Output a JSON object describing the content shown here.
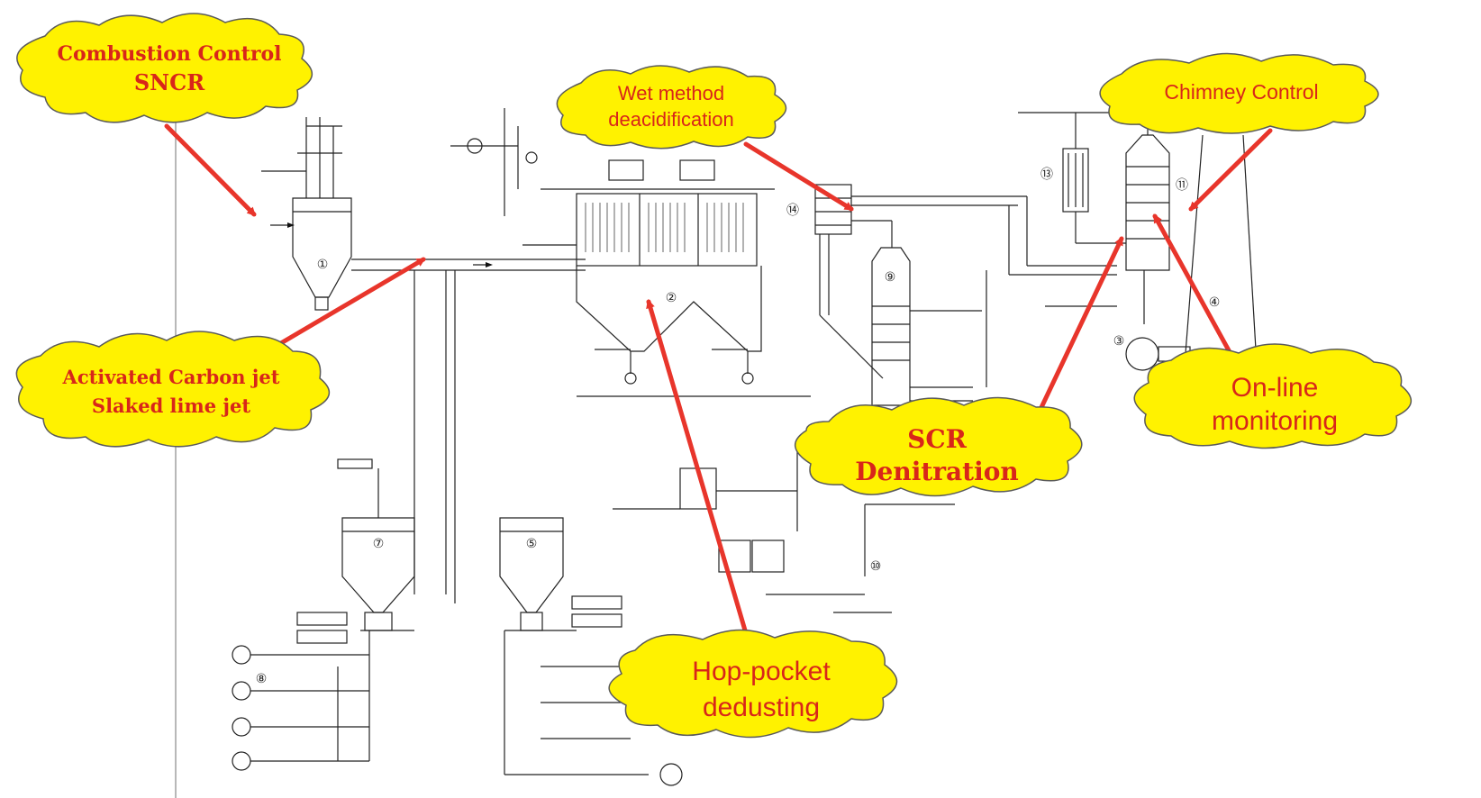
{
  "callouts": {
    "sncr": {
      "line1": "Combustion Control",
      "line2": "SNCR"
    },
    "carbon": {
      "line1": "Activated Carbon jet",
      "line2": "Slaked lime jet"
    },
    "wet": {
      "line1": "Wet method",
      "line2": "deacidification"
    },
    "chimney": {
      "line1": "Chimney Control"
    },
    "scr": {
      "line1": "SCR",
      "line2": "Denitration"
    },
    "monitor": {
      "line1": "On-line",
      "line2": "monitoring"
    },
    "hop": {
      "line1": "Hop-pocket",
      "line2": "dedusting"
    }
  },
  "units": [
    "①",
    "②",
    "③",
    "④",
    "⑤",
    "⑦",
    "⑧",
    "⑨",
    "⑩",
    "⑪",
    "⑬",
    "⑭"
  ],
  "colors": {
    "cloud_fill": "#fff200",
    "cloud_stroke": "#5a5a5a",
    "arrow": "#e8352b",
    "text": "#d8261a",
    "line": "#222222"
  }
}
